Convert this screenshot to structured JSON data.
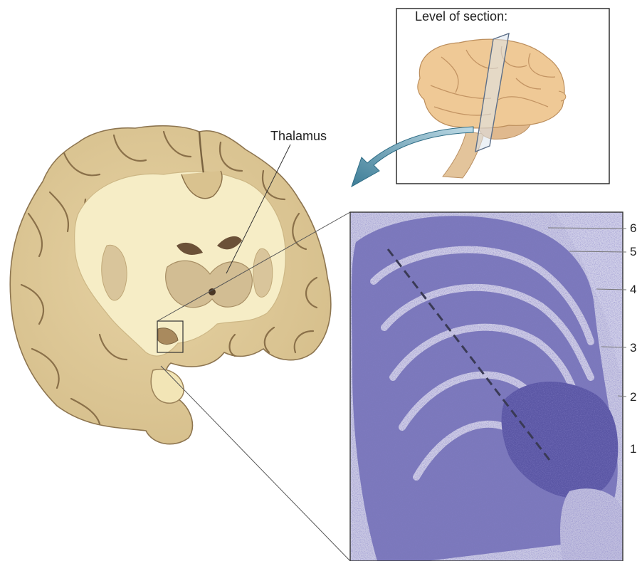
{
  "inset": {
    "title": "Level of section:"
  },
  "brain_section": {
    "thalamus_label": "Thalamus"
  },
  "micrograph": {
    "layers": [
      "6",
      "5",
      "4",
      "3",
      "2",
      "1"
    ]
  },
  "colors": {
    "brain_tan": "#c9b48a",
    "white_matter": "#f5edc4",
    "stain_purple": "#5d5aa8",
    "arrow_blue": "#7ab0c4"
  }
}
